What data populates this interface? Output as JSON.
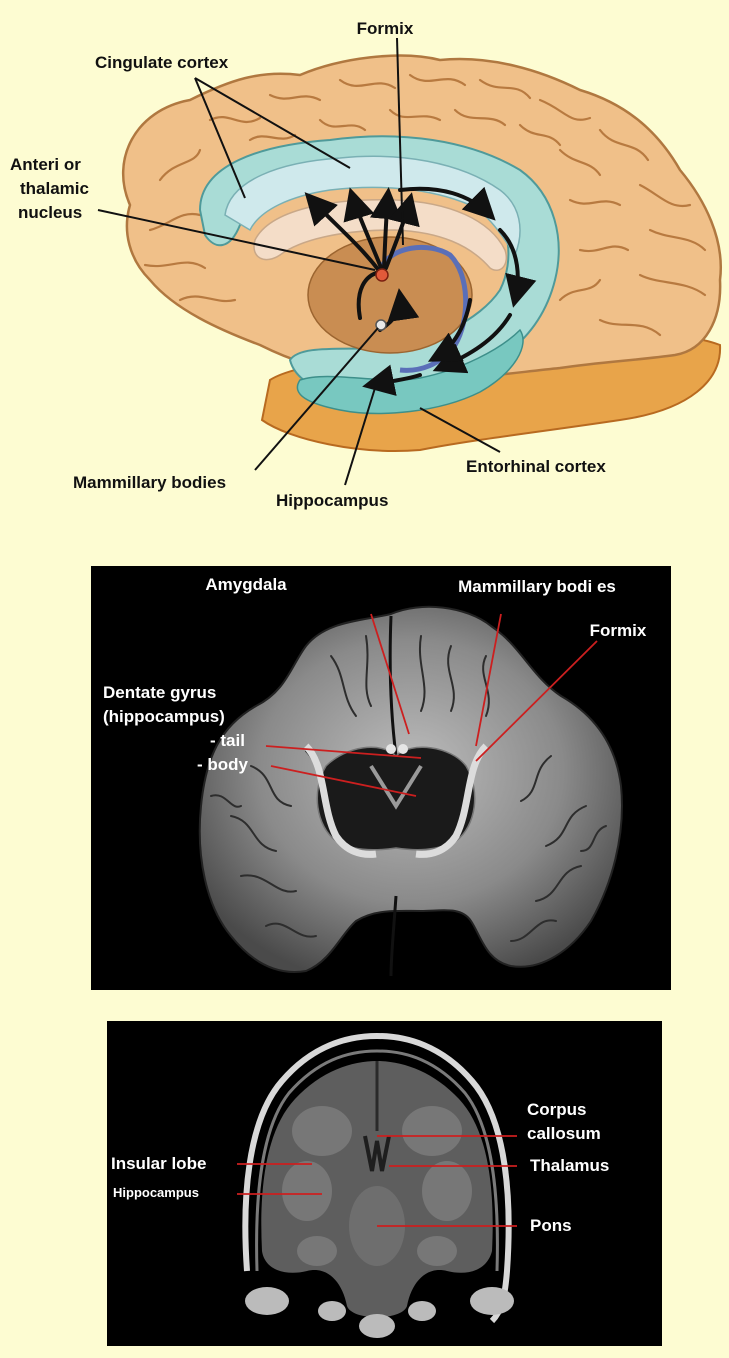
{
  "limbic_diagram": {
    "labels": {
      "fornix": "Formix",
      "cingulate": "Cingulate cortex",
      "anterior_line1": "Anteri or",
      "anterior_line2": "thalamic",
      "anterior_line3": "nucleus",
      "mammillary": "Mammillary bodies",
      "hippocampus": "Hippocampus",
      "entorhinal": "Entorhinal cortex"
    }
  },
  "ventral_photo": {
    "labels": {
      "amygdala": "Amygdala",
      "mammillary": "Mammillary bodi es",
      "fornix": "Formix",
      "dentate_line1": "Dentate gyrus",
      "dentate_line2": "(hippocampus)",
      "tail": "- tail",
      "body": "- body"
    }
  },
  "coronal_mri": {
    "labels": {
      "corpus_line1": "Corpus",
      "corpus_line2": "callosum",
      "insular": "Insular lobe",
      "thalamus": "Thalamus",
      "hippocampus": "Hippocampus",
      "pons": "Pons"
    }
  },
  "colors": {
    "background": "#fdfcd2",
    "cortex": "#f0c089",
    "cortex_dark": "#c88a48",
    "cingulate": "#a9dcd6",
    "corpus": "#f4ddc8",
    "thalamus": "#c98d52",
    "label_line_red": "#cc1f1f"
  }
}
